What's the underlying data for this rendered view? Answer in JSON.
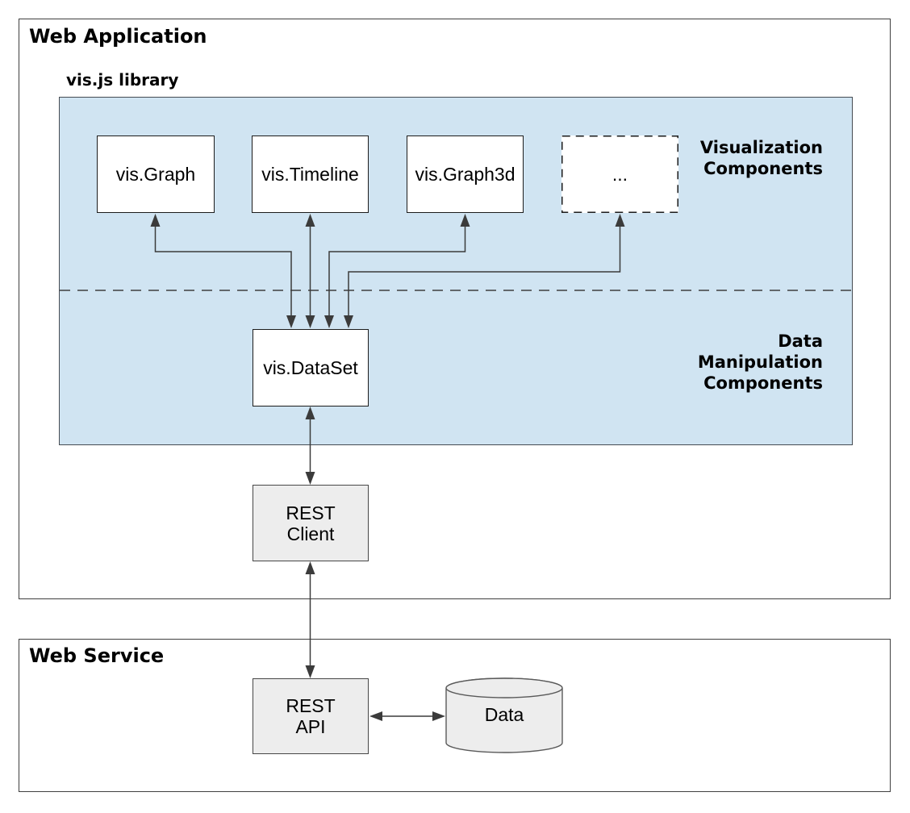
{
  "diagram": {
    "web_application": {
      "title": "Web Application"
    },
    "library": {
      "title": "vis.js library"
    },
    "zones": {
      "visualization": "Visualization\nComponents",
      "data_manipulation": "Data\nManipulation\nComponents"
    },
    "components": {
      "graph": "vis.Graph",
      "timeline": "vis.Timeline",
      "graph3d": "vis.Graph3d",
      "more": "...",
      "dataset": "vis.DataSet"
    },
    "rest_client": "REST\nClient",
    "web_service": {
      "title": "Web Service"
    },
    "rest_api": "REST\nAPI",
    "data_store": "Data",
    "colors": {
      "panel_blue": "#d0e4f2",
      "box_gray": "#ededed",
      "line": "#3b3b3b"
    }
  }
}
